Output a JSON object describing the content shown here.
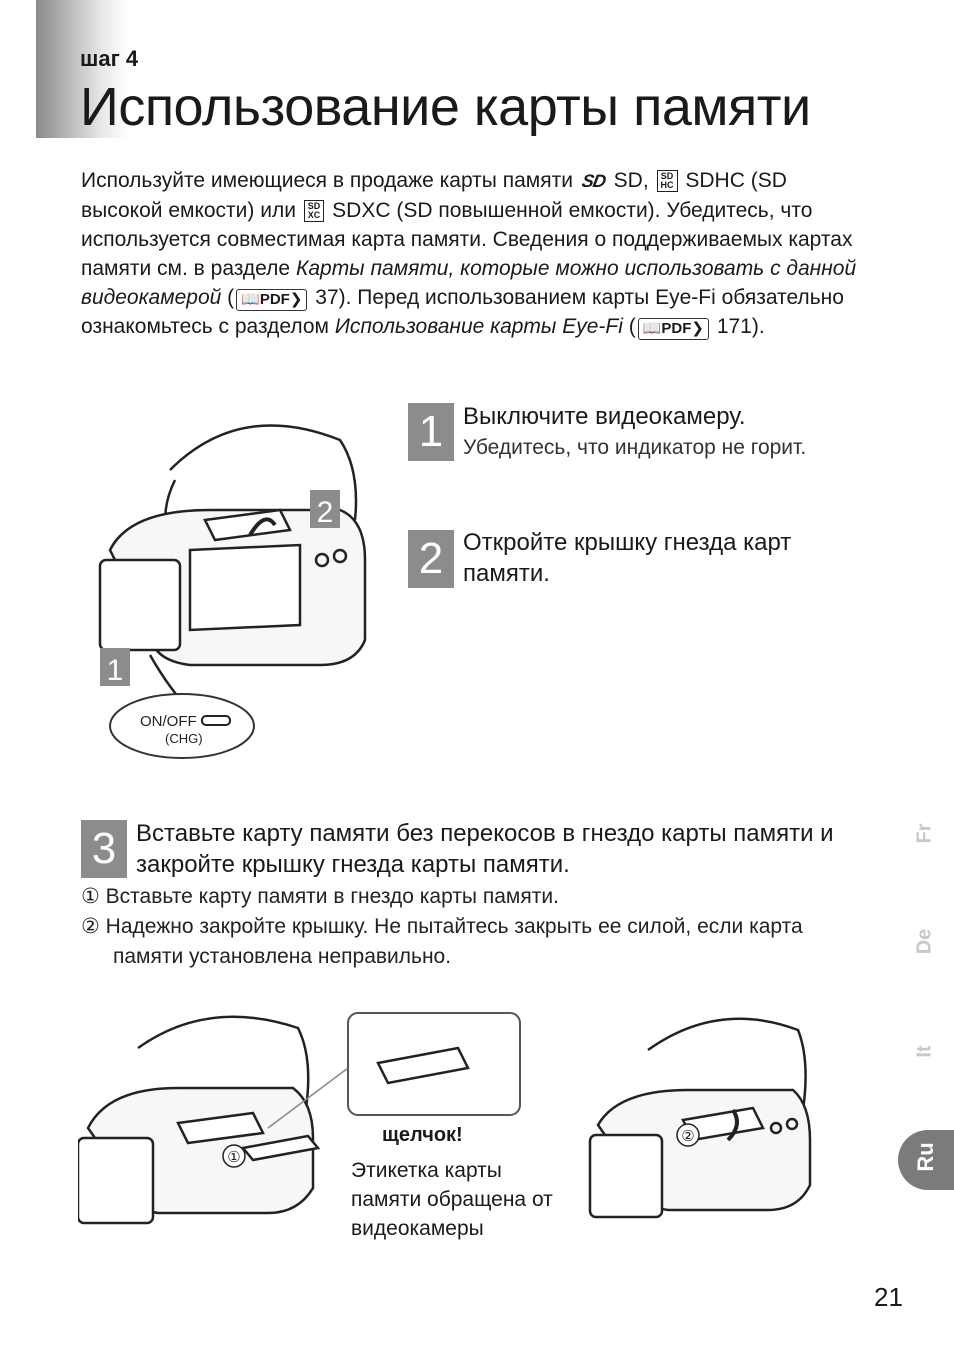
{
  "header": {
    "step_label": "шаг 4",
    "title": "Использование карты памяти"
  },
  "intro": {
    "p1": "Используйте имеющиеся в продаже карты памяти",
    "sd_label": "SD,",
    "sdhc_label": "SDHC (SD высокой емкости) или",
    "sdxc_label": "SDXC (SD повышенной емкости). Убедитесь, что используется совместимая карта памяти. Сведения о поддерживаемых картах памяти см. в разделе",
    "ref1_title": "Карты памяти, которые можно использовать с данной видеокамерой",
    "ref1_page": "37). Перед использованием карты Eye-Fi обязательно ознакомьтесь с разделом",
    "ref2_title": "Использование карты Eye-Fi",
    "ref2_page": "171).",
    "pdf_badge": "PDF",
    "logo_sd": "SD",
    "logo_hc_top": "SD",
    "logo_hc_bottom": "HC",
    "logo_xc_top": "SD",
    "logo_xc_bottom": "XC"
  },
  "steps": {
    "s1": {
      "num": "1",
      "title": "Выключите видеокамеру.",
      "sub": "Убедитесь, что индикатор не горит."
    },
    "s2": {
      "num": "2",
      "title": "Откройте крышку гнезда карт памяти."
    },
    "s3": {
      "num": "3",
      "title": "Вставьте карту памяти без перекосов в гнездо карты памяти и закройте крышку гнезда карты памяти.",
      "items": [
        {
          "mark": "①",
          "text": "Вставьте карту памяти в гнездо карты памяти."
        },
        {
          "mark": "②",
          "text": "Надежно закройте крышку. Не пытайтесь закрыть ее силой, если карта памяти установлена неправильно."
        }
      ]
    }
  },
  "figure1": {
    "callout_1": "1",
    "callout_2": "2",
    "switch_label": "ON/OFF",
    "switch_sub": "(CHG)"
  },
  "figure2": {
    "click_label": "щелчок!",
    "caption": "Этикетка карты памяти обращена от видеокамеры",
    "mark_1": "①",
    "mark_2": "②"
  },
  "side_tabs": [
    "Fr",
    "De",
    "It"
  ],
  "active_tab": "Ru",
  "page_number": "21",
  "colors": {
    "step_box": "#8c8c8c",
    "ru_tab": "#7b7b7b",
    "inactive_tab": "#c8c8c8"
  }
}
